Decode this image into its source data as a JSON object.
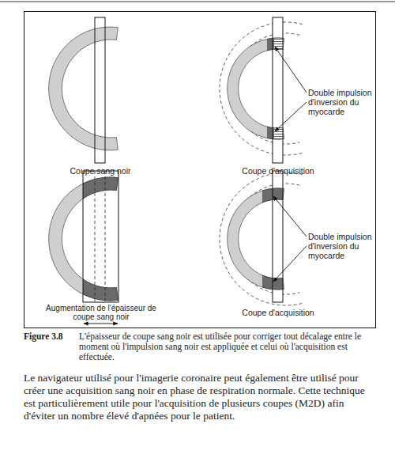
{
  "diagram": {
    "caption": "L'épaisseur de coupe sang noir est utilisée pour corriger tout décalage entre le moment où l'impulsion sang noir est appliquée et celui où l'acquisition est effectuée.",
    "labels": [
      "Coupe sang noir",
      "Double impulsion d'inversion du myocarde",
      "Coupe d'acquisition",
      "Augmentation de l'épaisseur de coupe sang noir",
      "Double impulsion d'inversion du myocarde",
      "Coupe d'acquisition",
      "Figure 3.8",
      "Le navigateur utilisé pour l'imagerie coronaire peut également être utilisé pour créer une acquisition sang noir en phase de respiration normale. Cette technique est particulièrement utile pour l'acquisition de plusieurs coupes (M2D) afin d'éviter un nombre élevé d'apnées pour le patient."
    ]
  }
}
